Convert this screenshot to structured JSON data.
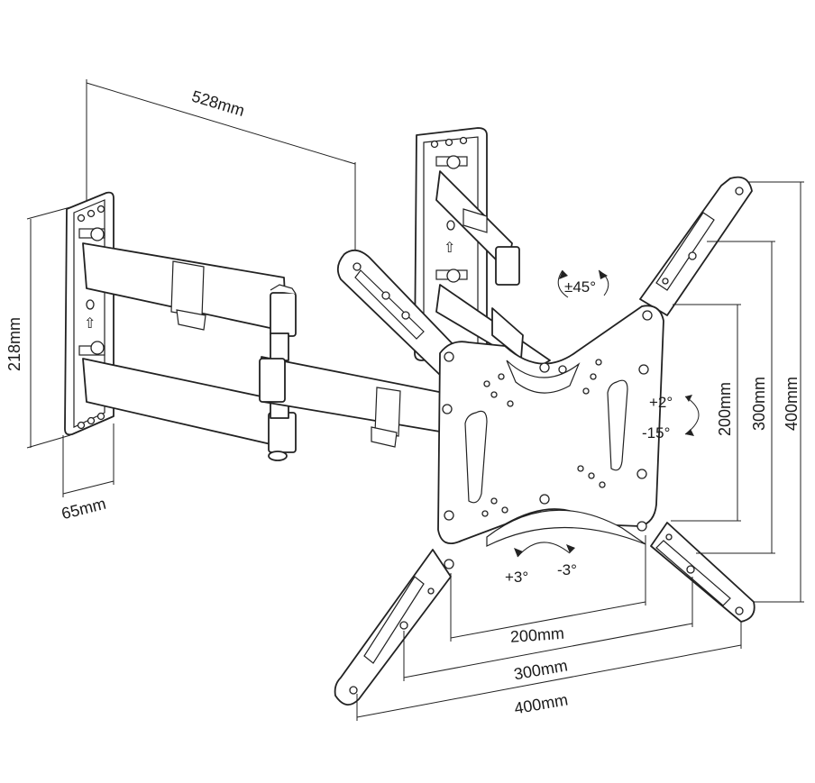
{
  "dimensions": {
    "arm_extension": "528mm",
    "wall_plate_height": "218mm",
    "wall_plate_depth": "65mm",
    "vesa_inner": "200mm",
    "vesa_middle": "300mm",
    "vesa_outer": "400mm",
    "vesa_inner_v": "200mm",
    "vesa_middle_v": "300mm",
    "vesa_outer_v": "400mm"
  },
  "angles": {
    "swivel": "±45°",
    "tilt_up": "+2°",
    "tilt_down": "-15°",
    "rotate_plus": "+3°",
    "rotate_minus": "-3°"
  },
  "arrow_glyph": "⇧"
}
